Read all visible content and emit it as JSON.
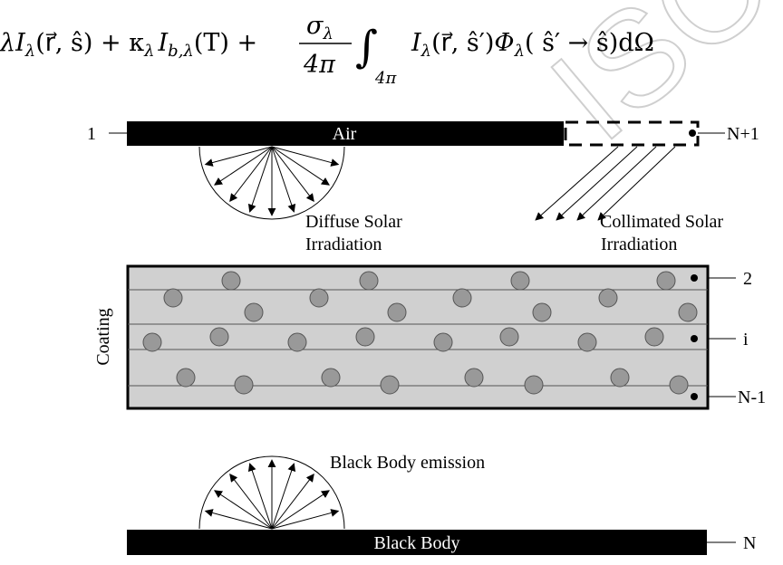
{
  "watermark": "ISO",
  "equation": {
    "lead": "λ",
    "term1": "I",
    "sub_lambda": "λ",
    "args1": "(r⃗, ŝ) + κ",
    "term2_I": "I",
    "sub_blam": "b,λ",
    "args2": "(T) +",
    "frac_num": "σ",
    "frac_num_sub": "λ",
    "frac_den": "4π",
    "integral": "∫",
    "int_sub": "4π",
    "term3_I": "I",
    "args3": "(r⃗, ŝ′)",
    "phi": "Φ",
    "args4": "( ŝ′ → ŝ)dΩ"
  },
  "layers": {
    "air": "Air",
    "coating": "Coating",
    "black_body": "Black Body"
  },
  "labels": {
    "node_1": "1",
    "node_n_plus_1": "N+1",
    "node_2": "2",
    "node_i": "i",
    "node_n_minus_1": "N-1",
    "node_n": "N",
    "diffuse_line1": "Diffuse Solar",
    "diffuse_line2": "Irradiation",
    "collimated_line1": "Collimated Solar",
    "collimated_line2": "Irradiation",
    "black_body_emission": "Black Body emission"
  },
  "colors": {
    "coating_fill": "#d0d0d0",
    "particle_fill": "#999999",
    "layer_fill": "#000000"
  }
}
